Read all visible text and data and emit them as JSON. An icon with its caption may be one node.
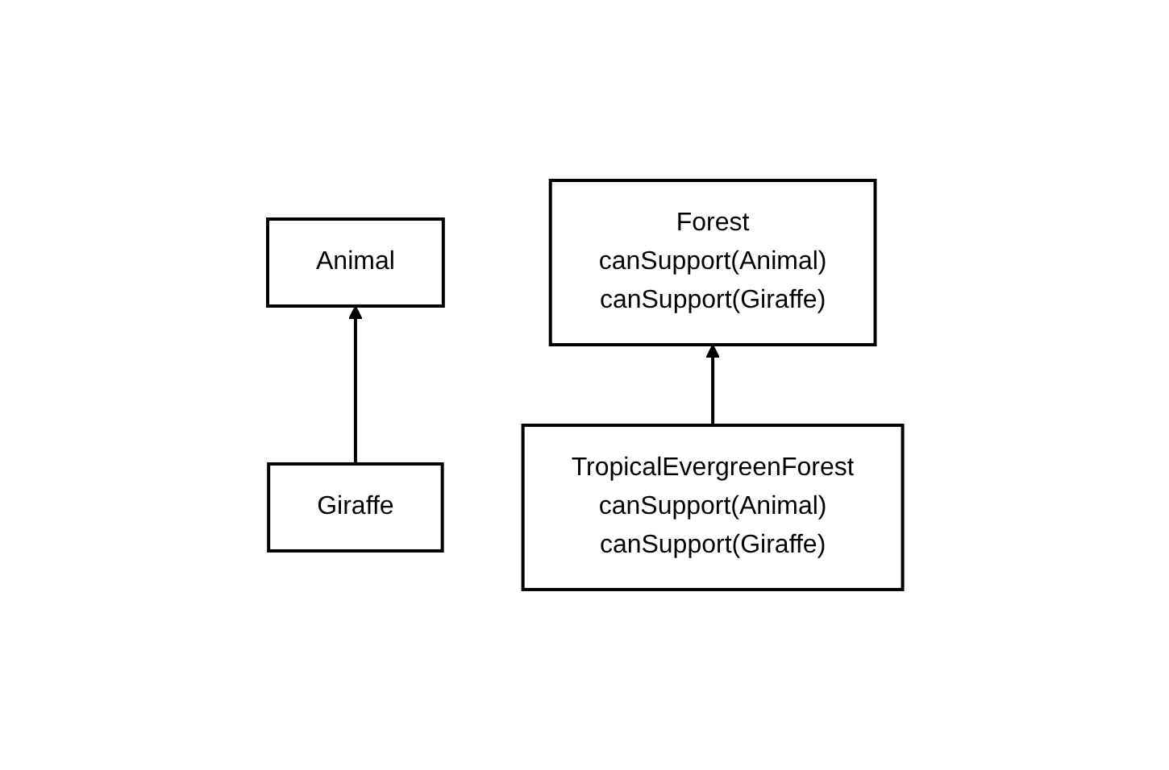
{
  "diagram": {
    "nodes": [
      {
        "text": [
          "Animal"
        ]
      },
      {
        "text": [
          "Giraffe"
        ]
      },
      {
        "text": [
          "Forest",
          "canSupport(Animal)",
          "canSupport(Giraffe)"
        ]
      },
      {
        "text": [
          "TropicalEvergreenForest",
          "canSupport(Animal)",
          "canSupport(Giraffe)"
        ]
      }
    ],
    "edges": [
      {
        "from": 1,
        "to": 0,
        "arrow": "to"
      },
      {
        "from": 3,
        "to": 2,
        "arrow": "to"
      }
    ]
  }
}
